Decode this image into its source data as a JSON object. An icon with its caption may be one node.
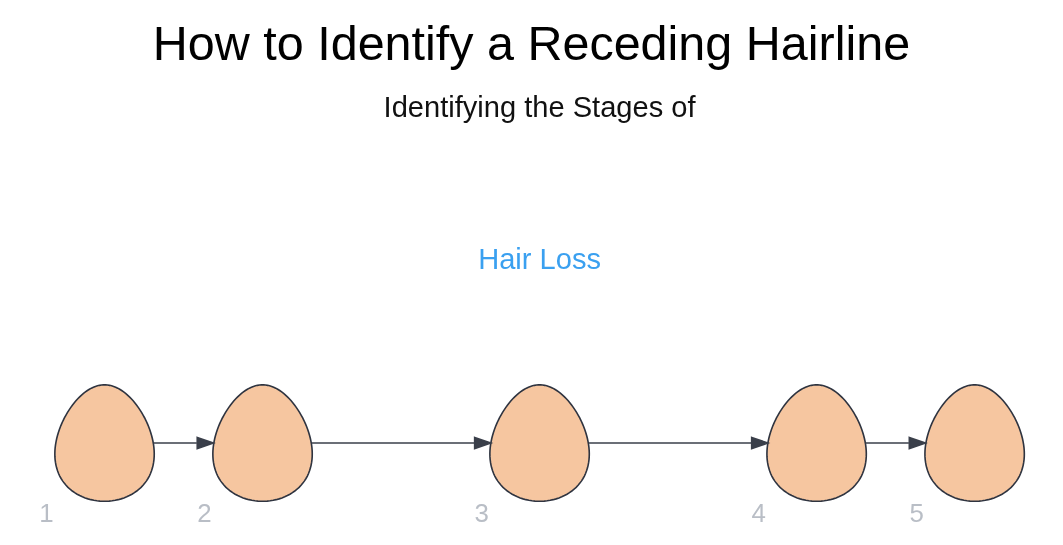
{
  "diagram": {
    "title": "How to Identify a Receding Hairline",
    "nodes": [
      {
        "text": [],
        "shape": "person",
        "beside": [
          "1"
        ]
      },
      {
        "text": [],
        "shape": "person",
        "beside": [
          "2"
        ]
      },
      {
        "text": [],
        "shape": "person",
        "beside": [
          "3"
        ]
      },
      {
        "text": [],
        "shape": "person",
        "beside": [
          "4"
        ]
      },
      {
        "text": [],
        "shape": "person",
        "beside": [
          "5"
        ]
      }
    ],
    "edges": [
      {
        "from": 0,
        "to": 1,
        "arrow": "to"
      },
      {
        "from": 1,
        "to": 2,
        "arrow": "to"
      },
      {
        "from": 2,
        "to": 3,
        "arrow": "to"
      },
      {
        "from": 3,
        "to": 4,
        "arrow": "to"
      }
    ],
    "labels": [
      "Identifying the Stages of",
      "Hair Loss"
    ]
  }
}
